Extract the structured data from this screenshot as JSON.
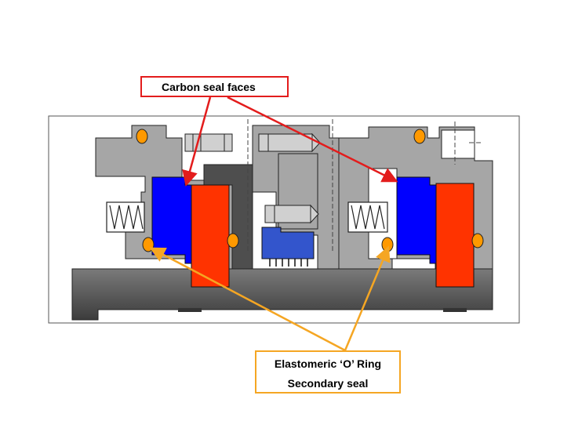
{
  "callouts": {
    "carbon_faces": "Carbon seal faces",
    "oring_line1": "Elastomeric ‘O’ Ring",
    "oring_line2": "Secondary seal"
  },
  "colors": {
    "housing": "#a6a6a6",
    "shaft": "#5a5a5a",
    "carbon_face": "#0000ff",
    "mating_ring": "#ff3300",
    "oring": "#ff9900",
    "red_leader": "#e31c1c",
    "orange_leader": "#f5a623"
  }
}
